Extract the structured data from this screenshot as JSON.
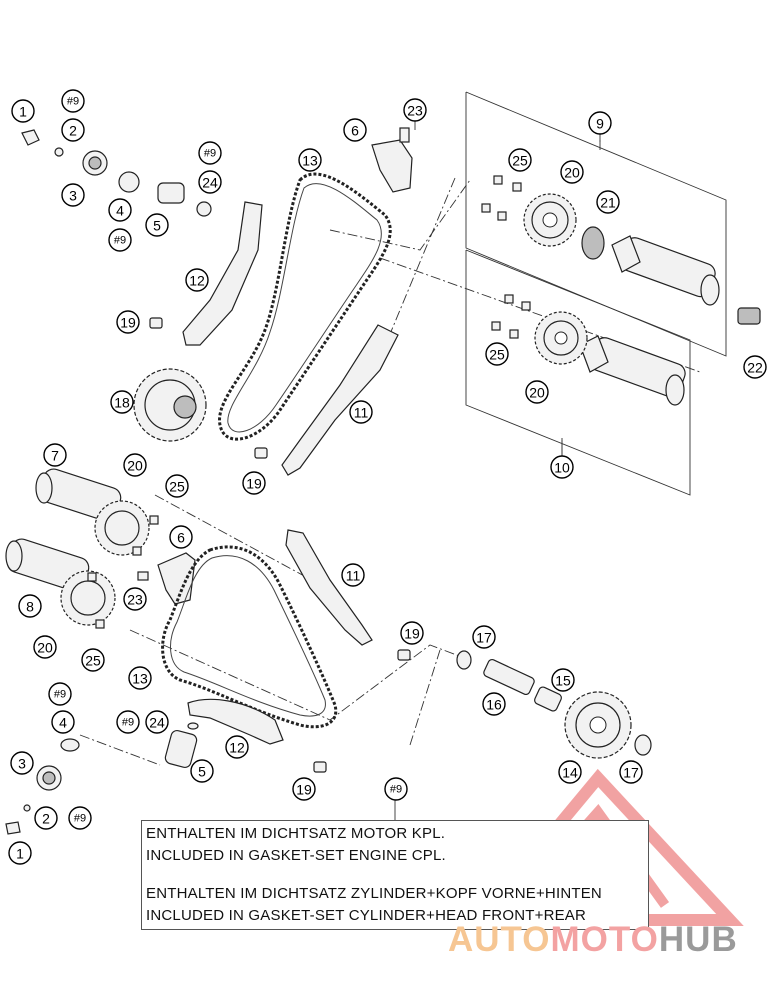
{
  "callouts": {
    "c1a": "1",
    "c9a": "#9",
    "c2a": "2",
    "c3a": "3",
    "c4a": "4",
    "c9b": "#9",
    "c5a": "5",
    "c9c": "#9",
    "c24a": "24",
    "c23a": "23",
    "c6a": "6",
    "c13a": "13",
    "c9": "9",
    "c25a": "25",
    "c20a": "20",
    "c21": "21",
    "c12a": "12",
    "c19a": "19",
    "c18": "18",
    "c11a": "11",
    "c19b": "19",
    "c25b": "25",
    "c20b": "20",
    "c22": "22",
    "c10": "10",
    "c7": "7",
    "c20c": "20",
    "c25c": "25",
    "c6b": "6",
    "c23b": "23",
    "c8": "8",
    "c20d": "20",
    "c25d": "25",
    "c11b": "11",
    "c19c": "19",
    "c17a": "17",
    "c13b": "13",
    "c15": "15",
    "c16": "16",
    "c9d": "#9",
    "c4b": "4",
    "c9e": "#9",
    "c24b": "24",
    "c12b": "12",
    "c5b": "5",
    "c3b": "3",
    "c2b": "2",
    "c9f": "#9",
    "c1b": "1",
    "c19d": "19",
    "c14": "14",
    "c17b": "17",
    "c9g": "#9"
  },
  "note": {
    "line1": "ENTHALTEN IM DICHTSATZ MOTOR KPL.",
    "line2": "INCLUDED IN GASKET-SET ENGINE CPL.",
    "line3": "ENTHALTEN IM DICHTSATZ ZYLINDER+KOPF VORNE+HINTEN",
    "line4": "INCLUDED IN GASKET-SET CYLINDER+HEAD FRONT+REAR"
  },
  "watermark": {
    "part1": "AUTO",
    "part2": "MOTO",
    "part3": "HUB"
  },
  "colors": {
    "watermark_orange": "#f6c693",
    "watermark_red": "#f3a2a2",
    "watermark_gray": "#9a9a9a"
  }
}
